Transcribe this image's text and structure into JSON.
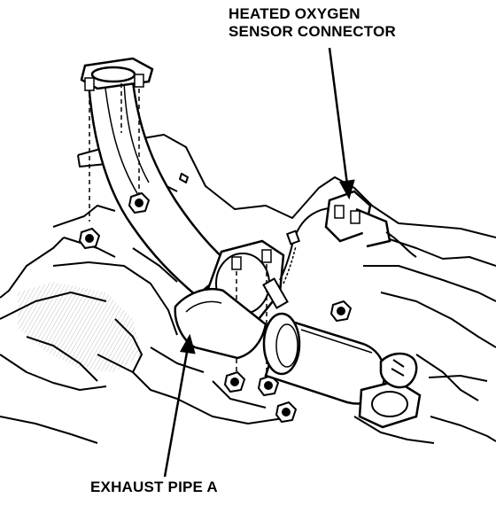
{
  "labels": {
    "sensor_line1": "HEATED OXYGEN",
    "sensor_line2": "SENSOR CONNECTOR",
    "pipe": "EXHAUST PIPE A"
  },
  "colors": {
    "ink": "#000000",
    "paper": "#ffffff",
    "shade": "#d8d8d8"
  }
}
